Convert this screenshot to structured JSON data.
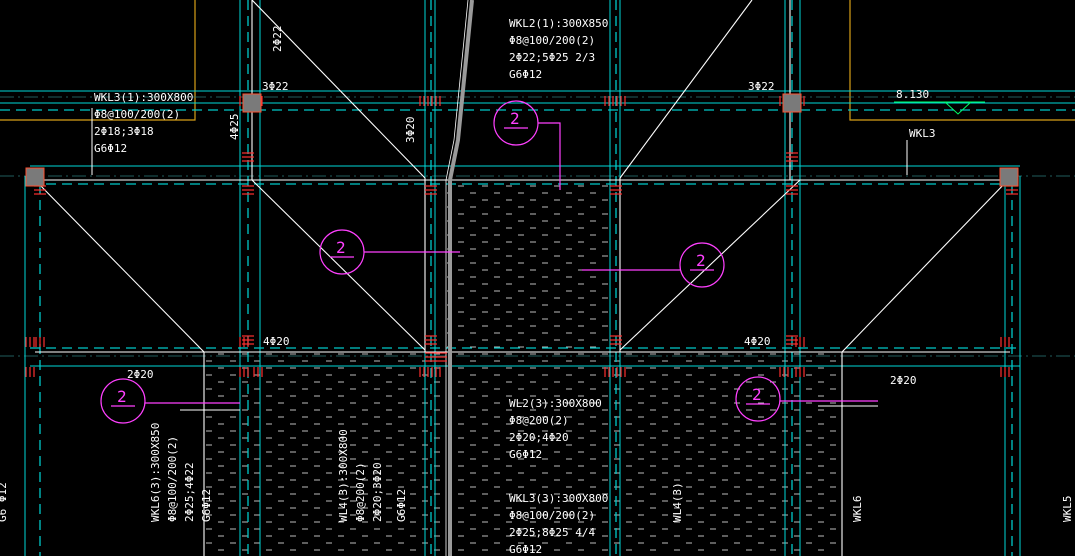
{
  "colors": {
    "background": "#000000",
    "beam_line": "#ffffff",
    "axis_line": "#00d8d8",
    "dashed_beam": "#00c8c8",
    "stirrup_mark": "#ff3030",
    "section_callout": "#ff40ff",
    "column_fill": "#7a7a7a",
    "column_border": "#ff5030",
    "boundary_line": "#d8a018",
    "elevation_marker": "#00ff66"
  },
  "annotations": {
    "wkl3_1": [
      "WKL3(1):300X800",
      "Φ8@100/200(2)",
      "2Φ18;3Φ18",
      "G6Φ12"
    ],
    "wkl2_1": [
      "WKL2(1):300X850",
      "Φ8@100/200(2)",
      "2Φ22;5Φ25 2/3",
      "G6Φ12"
    ],
    "wl2_3": [
      "WL2(3):300X800",
      "Φ8@200(2)",
      "2Φ20;4Φ20",
      "G6Φ12"
    ],
    "wkl3_3": [
      "WKL3(3):300X800",
      "Φ8@100/200(2)",
      "2Φ25;8Φ25 4/4",
      "G6Φ12"
    ],
    "wkl6_3": [
      "WKL6(3):300X850",
      "Φ8@100/200(2)",
      "2Φ25;4Φ22",
      "G6Φ12"
    ],
    "wl4_3": [
      "WL4(3):300X800",
      "Φ8@200(2)",
      "2Φ20;3Φ20",
      "G6Φ12"
    ],
    "wl4_3_short": "WL4(3)",
    "wkl6_short": "WKL6",
    "wkl3_right": "WKL3",
    "wkl5_edge": "WKL5",
    "left_edge": "G6 Φ12"
  },
  "rebar_labels": {
    "v_2phi22": "2Φ22",
    "top_left_3phi22": "3Φ22",
    "top_right_3phi22": "3Φ22",
    "v_4phi25": "4Φ25",
    "v_3phi20": "3Φ20",
    "mid_left_4phi20": "4Φ20",
    "mid_right_4phi20": "4Φ20",
    "bot_left_2phi20": "2Φ20",
    "bot_right_2phi20": "2Φ20"
  },
  "elevation": "8.130",
  "section_callouts": [
    "2",
    "2",
    "2",
    "2",
    "2"
  ]
}
